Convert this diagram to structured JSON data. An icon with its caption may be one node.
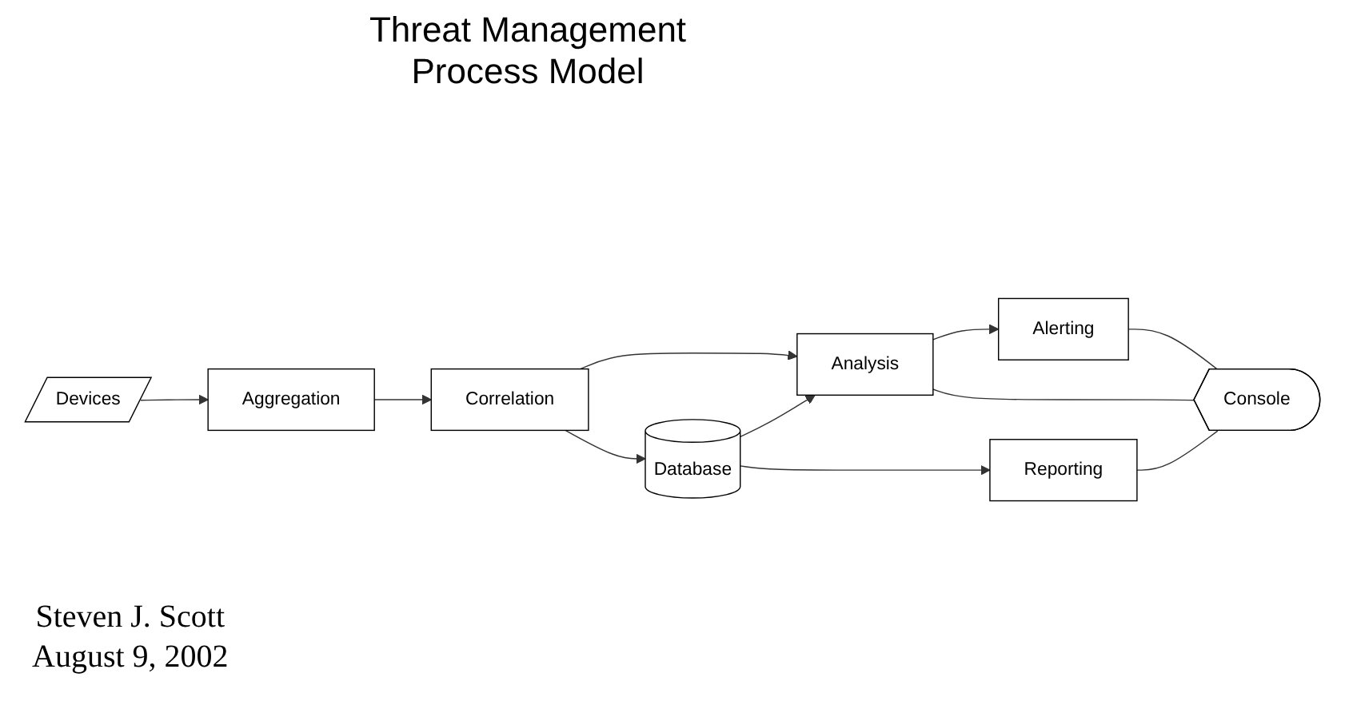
{
  "diagram": {
    "title": "Threat Management Process Model",
    "nodes": [
      {
        "text": [
          "Alerting"
        ]
      },
      {
        "text": [
          "Devices"
        ]
      },
      {
        "text": [
          "Aggregation"
        ]
      },
      {
        "text": [
          "Correlation"
        ]
      },
      {
        "text": [
          "Analysis"
        ]
      },
      {
        "text": [
          "Console"
        ]
      },
      {
        "text": [
          "Database"
        ]
      },
      {
        "text": [
          "Reporting"
        ]
      }
    ],
    "edges": [
      {
        "from": 1,
        "to": 2,
        "arrow": "to"
      },
      {
        "from": 2,
        "to": 3,
        "arrow": "to"
      },
      {
        "from": 3,
        "to": 4,
        "arrow": "to"
      },
      {
        "from": 4,
        "to": 0,
        "arrow": "to"
      },
      {
        "from": 3,
        "to": 6,
        "arrow": "to"
      },
      {
        "from": 6,
        "to": 4,
        "arrow": "to"
      },
      {
        "from": 6,
        "to": 7,
        "arrow": "to"
      },
      {
        "from": 0,
        "to": 5,
        "arrow": "none"
      },
      {
        "from": 4,
        "to": 5,
        "arrow": "none"
      },
      {
        "from": 7,
        "to": 5,
        "arrow": "none"
      }
    ],
    "labels": [
      "Steven J. Scott",
      "August 9, 2002"
    ]
  }
}
